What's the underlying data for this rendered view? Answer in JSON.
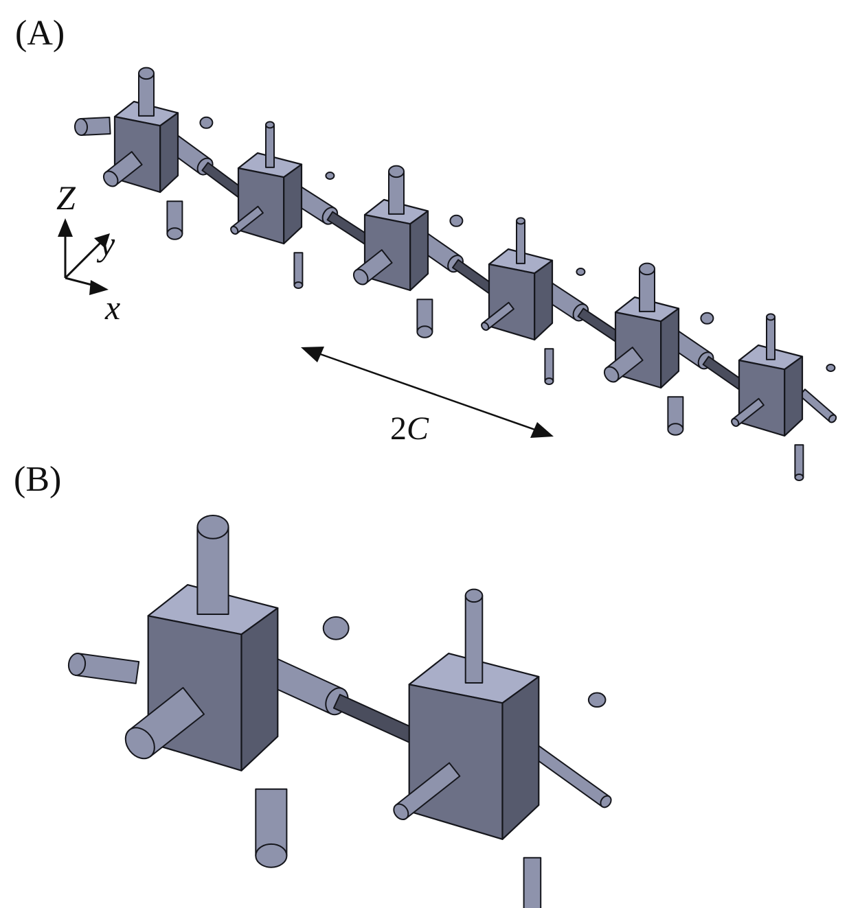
{
  "panels": {
    "a": {
      "label": "(A)"
    },
    "b": {
      "label": "(B)"
    }
  },
  "axes": {
    "z": "Z",
    "y": "y",
    "x": "x"
  },
  "dimension": {
    "prefix": "2",
    "symbol": "C"
  },
  "colors": {
    "top_face": "#a9aec8",
    "front_face": "#6c7086",
    "side_face": "#565a6d",
    "rod_light": "#8e93ac",
    "rod_dark": "#4a4d5d",
    "outline": "#15161c",
    "arrow": "#111111"
  }
}
